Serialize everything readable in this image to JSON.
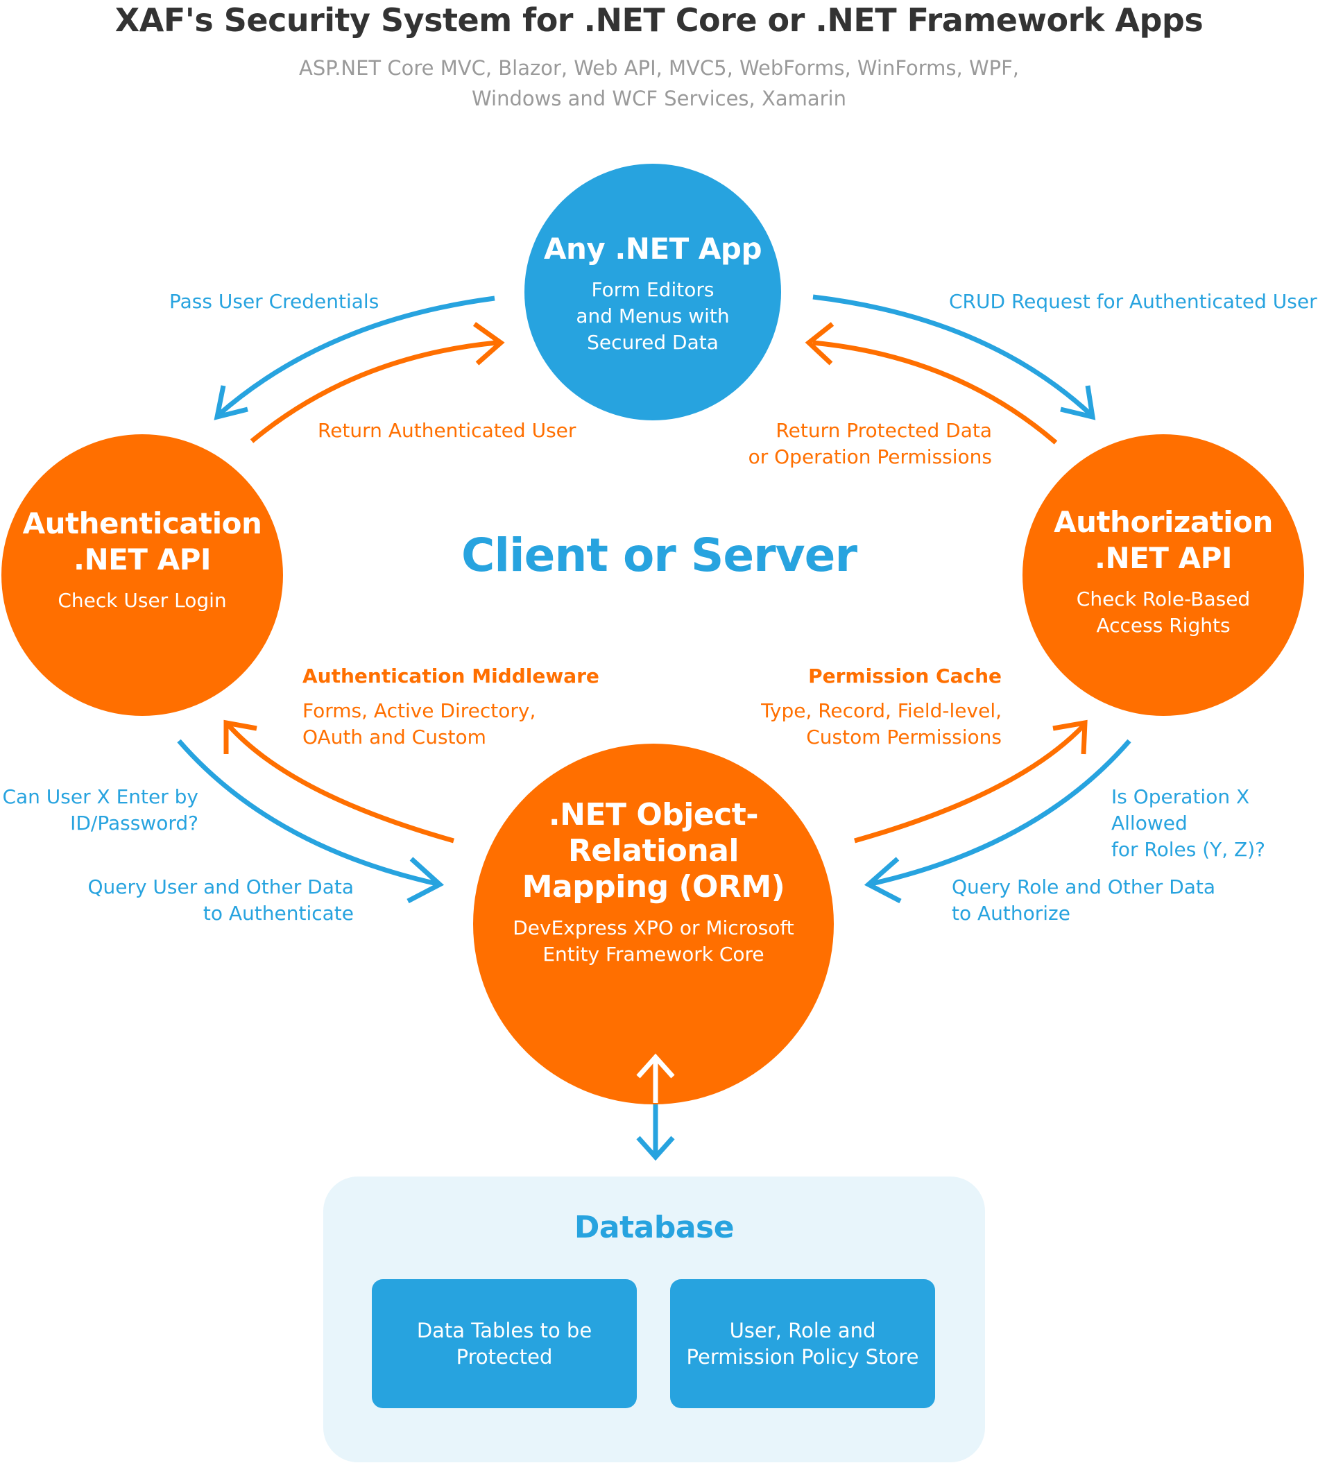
{
  "title": "XAF's Security System for .NET Core or .NET Framework Apps",
  "subtitle_line1": "ASP.NET Core MVC, Blazor, Web API, MVC5, WebForms, WinForms, WPF,",
  "subtitle_line2": "Windows and WCF Services, Xamarin",
  "center_label": "Client or Server",
  "nodes": {
    "app": {
      "title": "Any .NET App",
      "desc": [
        "Form Editors",
        "and Menus with",
        "Secured Data"
      ]
    },
    "authn": {
      "title": [
        "Authentication",
        ".NET API"
      ],
      "desc": [
        "Check User Login"
      ]
    },
    "authz": {
      "title": [
        "Authorization",
        ".NET API"
      ],
      "desc": [
        "Check Role-Based",
        "Access Rights"
      ]
    },
    "orm": {
      "title": [
        ".NET Object-Relational",
        "Mapping (ORM)"
      ],
      "desc": [
        "DevExpress XPO or Microsoft",
        "Entity Framework Core"
      ]
    }
  },
  "labels": {
    "pass_credentials": "Pass User Credentials",
    "return_auth_user": "Return Authenticated User",
    "crud_request": "CRUD Request for Authenticated User",
    "return_protected": [
      "Return Protected Data",
      "or Operation Permissions"
    ],
    "authn_middleware_title": "Authentication Middleware",
    "authn_middleware_desc": [
      "Forms, Active Directory,",
      "OAuth and Custom"
    ],
    "permission_cache_title": "Permission Cache",
    "permission_cache_desc": [
      "Type, Record, Field-level,",
      "Custom Permissions"
    ],
    "can_user_enter": [
      "Can User X Enter by",
      "ID/Password?"
    ],
    "query_user": [
      "Query User and Other Data",
      "to Authenticate"
    ],
    "is_operation_allowed": [
      "Is Operation X Allowed",
      "for Roles (Y, Z)?"
    ],
    "query_role": [
      "Query Role and Other Data",
      "to Authorize"
    ]
  },
  "database": {
    "title": "Database",
    "box1": [
      "Data Tables to be",
      "Protected"
    ],
    "box2": [
      "User, Role and",
      "Permission Policy Store"
    ]
  },
  "colors": {
    "blue": "#27a3df",
    "orange": "#ff6f00",
    "title": "#333333",
    "subtitle": "#9a9a9a",
    "db_panel": "#e8f5fb"
  },
  "icons": {
    "flow-arrow": "curved-arrow",
    "sync-arrow": "double-headed-arrow"
  }
}
